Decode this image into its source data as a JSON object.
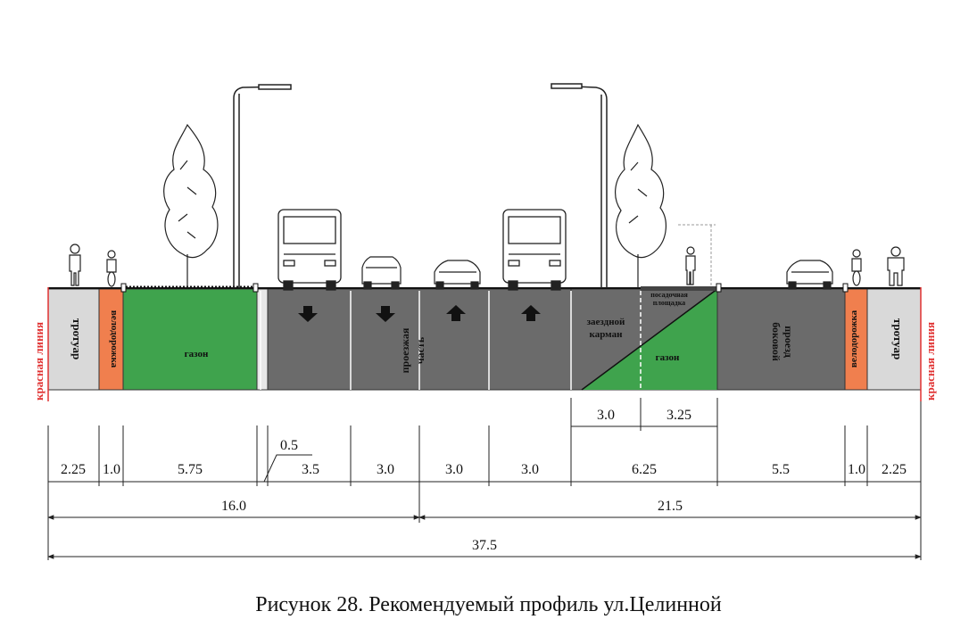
{
  "caption": "Рисунок 28. Рекомендуемый профиль ул.Целинной",
  "red_line_label": "красная линия",
  "zones": {
    "sidewalk_left": "тротуар",
    "bike_left": "велодорожка",
    "lawn_left": "газон",
    "carriageway": [
      "проезжая",
      "часть"
    ],
    "bay": [
      "заездной",
      "карман"
    ],
    "platform": [
      "посадочная",
      "площадка"
    ],
    "lawn_right": "газон",
    "side_road": [
      "боковой",
      "проезд"
    ],
    "bike_right": "велодорожка",
    "sidewalk_right": "тротуар"
  },
  "dimensions": {
    "row_top": [
      "3.0",
      "3.25"
    ],
    "separator": "0.5",
    "row_main": [
      "2.25",
      "1.0",
      "5.75",
      "3.5",
      "3.0",
      "3.0",
      "3.0",
      "6.25",
      "5.5",
      "1.0",
      "2.25"
    ],
    "row_half": [
      "16.0",
      "21.5"
    ],
    "row_total": "37.5"
  },
  "colors": {
    "lawn": "#3fa34d",
    "asphalt": "#6b6b6b",
    "bike": "#f07f4e",
    "sidewalk": "#d9d9d9",
    "red_line": "#e03030"
  }
}
